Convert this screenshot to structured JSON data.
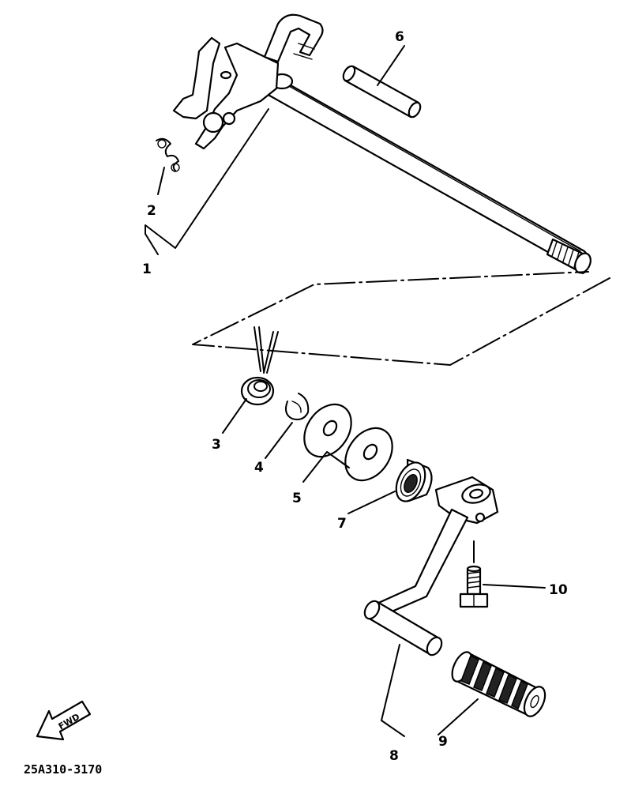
{
  "parts": [
    {
      "id": "1",
      "label": "1"
    },
    {
      "id": "2",
      "label": "2"
    },
    {
      "id": "3",
      "label": "3"
    },
    {
      "id": "4",
      "label": "4"
    },
    {
      "id": "5",
      "label": "5"
    },
    {
      "id": "6",
      "label": "6"
    },
    {
      "id": "7",
      "label": "7"
    },
    {
      "id": "8",
      "label": "8"
    },
    {
      "id": "9",
      "label": "9"
    },
    {
      "id": "10",
      "label": "10"
    }
  ],
  "direction_arrow": {
    "label": "FWD",
    "icon": "fwd-arrow-icon"
  },
  "diagram_code": "25A310-3170"
}
